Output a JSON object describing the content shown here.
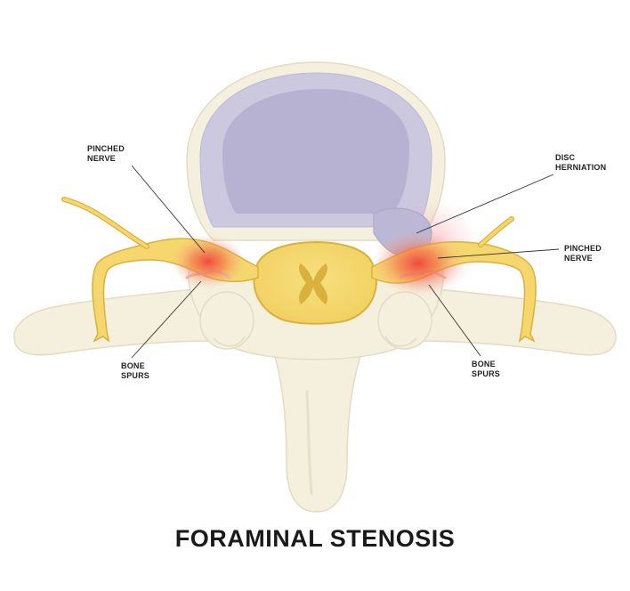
{
  "title": "FORAMINAL STENOSIS",
  "labels": {
    "pinched_nerve_left": [
      "PINCHED",
      "NERVE"
    ],
    "disc_herniation": [
      "DISC",
      "HERNIATION"
    ],
    "pinched_nerve_right": [
      "PINCHED",
      "NERVE"
    ],
    "bone_spurs_left": [
      "BONE",
      "SPURS"
    ],
    "bone_spurs_right": [
      "BONE",
      "SPURS"
    ]
  },
  "colors": {
    "bone": "#f4f0dd",
    "bone_outline": "#e2dcc2",
    "disc": "#b7b2d1",
    "disc_rim": "#ccc8e0",
    "nerve": "#f5d76e",
    "nerve_outline": "#d9b13c",
    "inflammation": "#f0433a",
    "leader_line": "#333333"
  }
}
